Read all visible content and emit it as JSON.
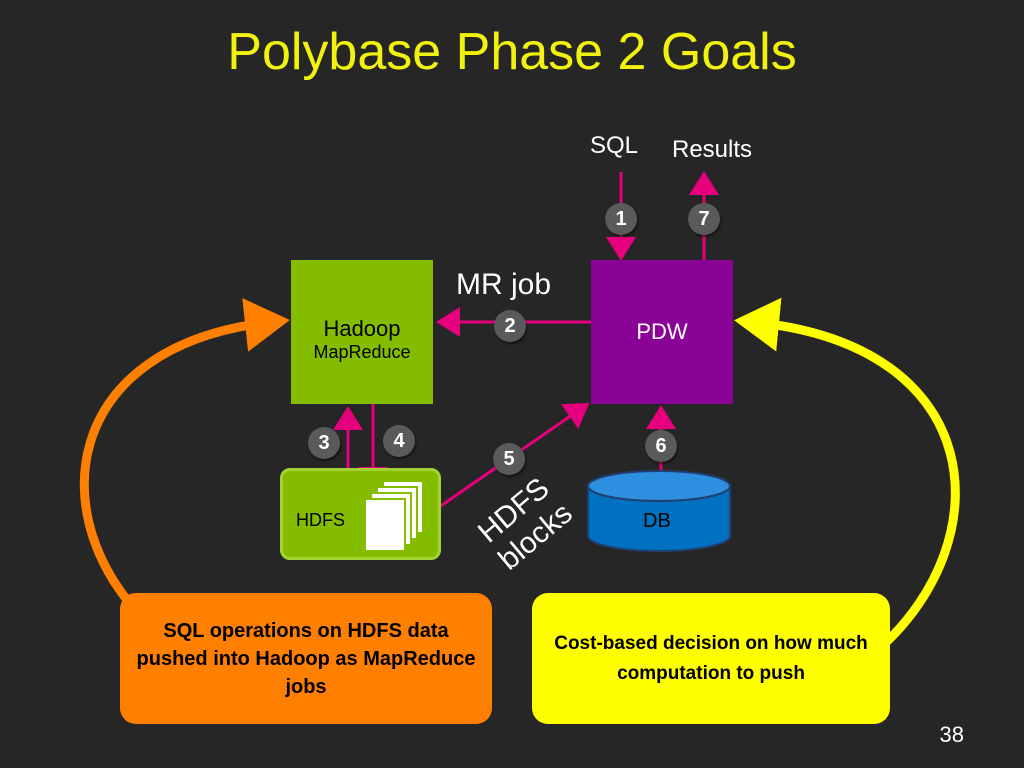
{
  "slide": {
    "title": "Polybase Phase 2 Goals",
    "page_number": "38"
  },
  "diagram": {
    "input_label": "SQL",
    "output_label": "Results",
    "mr_job_label": "MR job",
    "hadoop": {
      "line1": "Hadoop",
      "line2": "MapReduce"
    },
    "pdw": {
      "label": "PDW"
    },
    "hdfs": {
      "label": "HDFS"
    },
    "db": {
      "label": "DB"
    },
    "hdfs_blocks_label": "HDFS blocks",
    "steps": [
      "1",
      "2",
      "3",
      "4",
      "5",
      "6",
      "7"
    ],
    "callouts": {
      "left": "SQL operations on HDFS data pushed into Hadoop as MapReduce jobs",
      "right": "Cost-based decision on how much computation to push"
    },
    "colors": {
      "title": "#F2F20E",
      "arrow": "#E6007E",
      "hadoop": "#84BD00",
      "pdw": "#8A0296",
      "db": "#0070C0",
      "left_callout": "#FF7F00",
      "right_callout": "#FFFF00"
    }
  }
}
